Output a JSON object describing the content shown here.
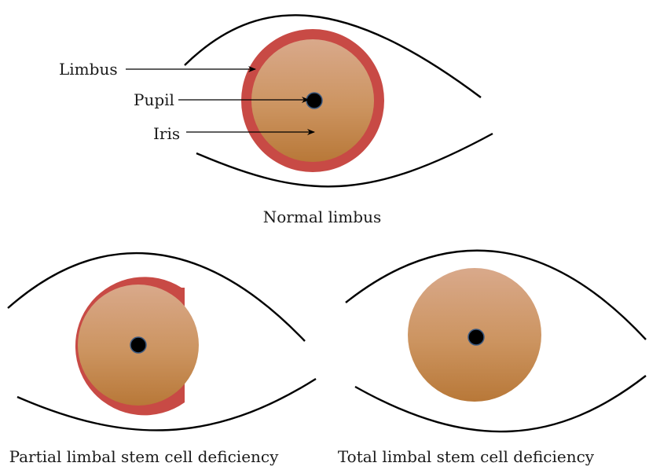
{
  "colors": {
    "limbus": "#c84a45",
    "iris_top": "#d9a98b",
    "iris_bottom": "#b87838",
    "pupil": "#000000",
    "pupil_ring": "#3d5a80",
    "outline": "#000000"
  },
  "labels": {
    "limbus": "Limbus",
    "pupil": "Pupil",
    "iris": "Iris"
  },
  "captions": {
    "normal": "Normal limbus",
    "partial": "Partial limbal stem cell deficiency",
    "total": "Total limbal stem cell deficiency"
  }
}
